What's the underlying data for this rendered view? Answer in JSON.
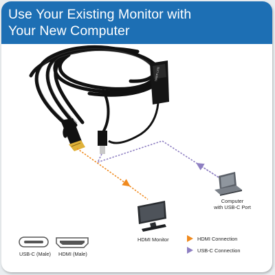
{
  "title": {
    "line1": "Use Your Existing Monitor with",
    "line2": "Your New Computer"
  },
  "logo_text": "TRIPP·LITE",
  "labels": {
    "computer_line1": "Computer",
    "computer_line2": "with USB-C Port",
    "hdmi_monitor": "HDMI Monitor",
    "usbc_male": "USB-C (Male)",
    "hdmi_male": "HDMI (Male)"
  },
  "legend": {
    "hdmi": "HDMI Connection",
    "usbc": "USB-C Connection"
  },
  "colors": {
    "header": "#1d6fb4",
    "hdmi_line": "#f08a1e",
    "usbc_line": "#8e7fc2"
  }
}
